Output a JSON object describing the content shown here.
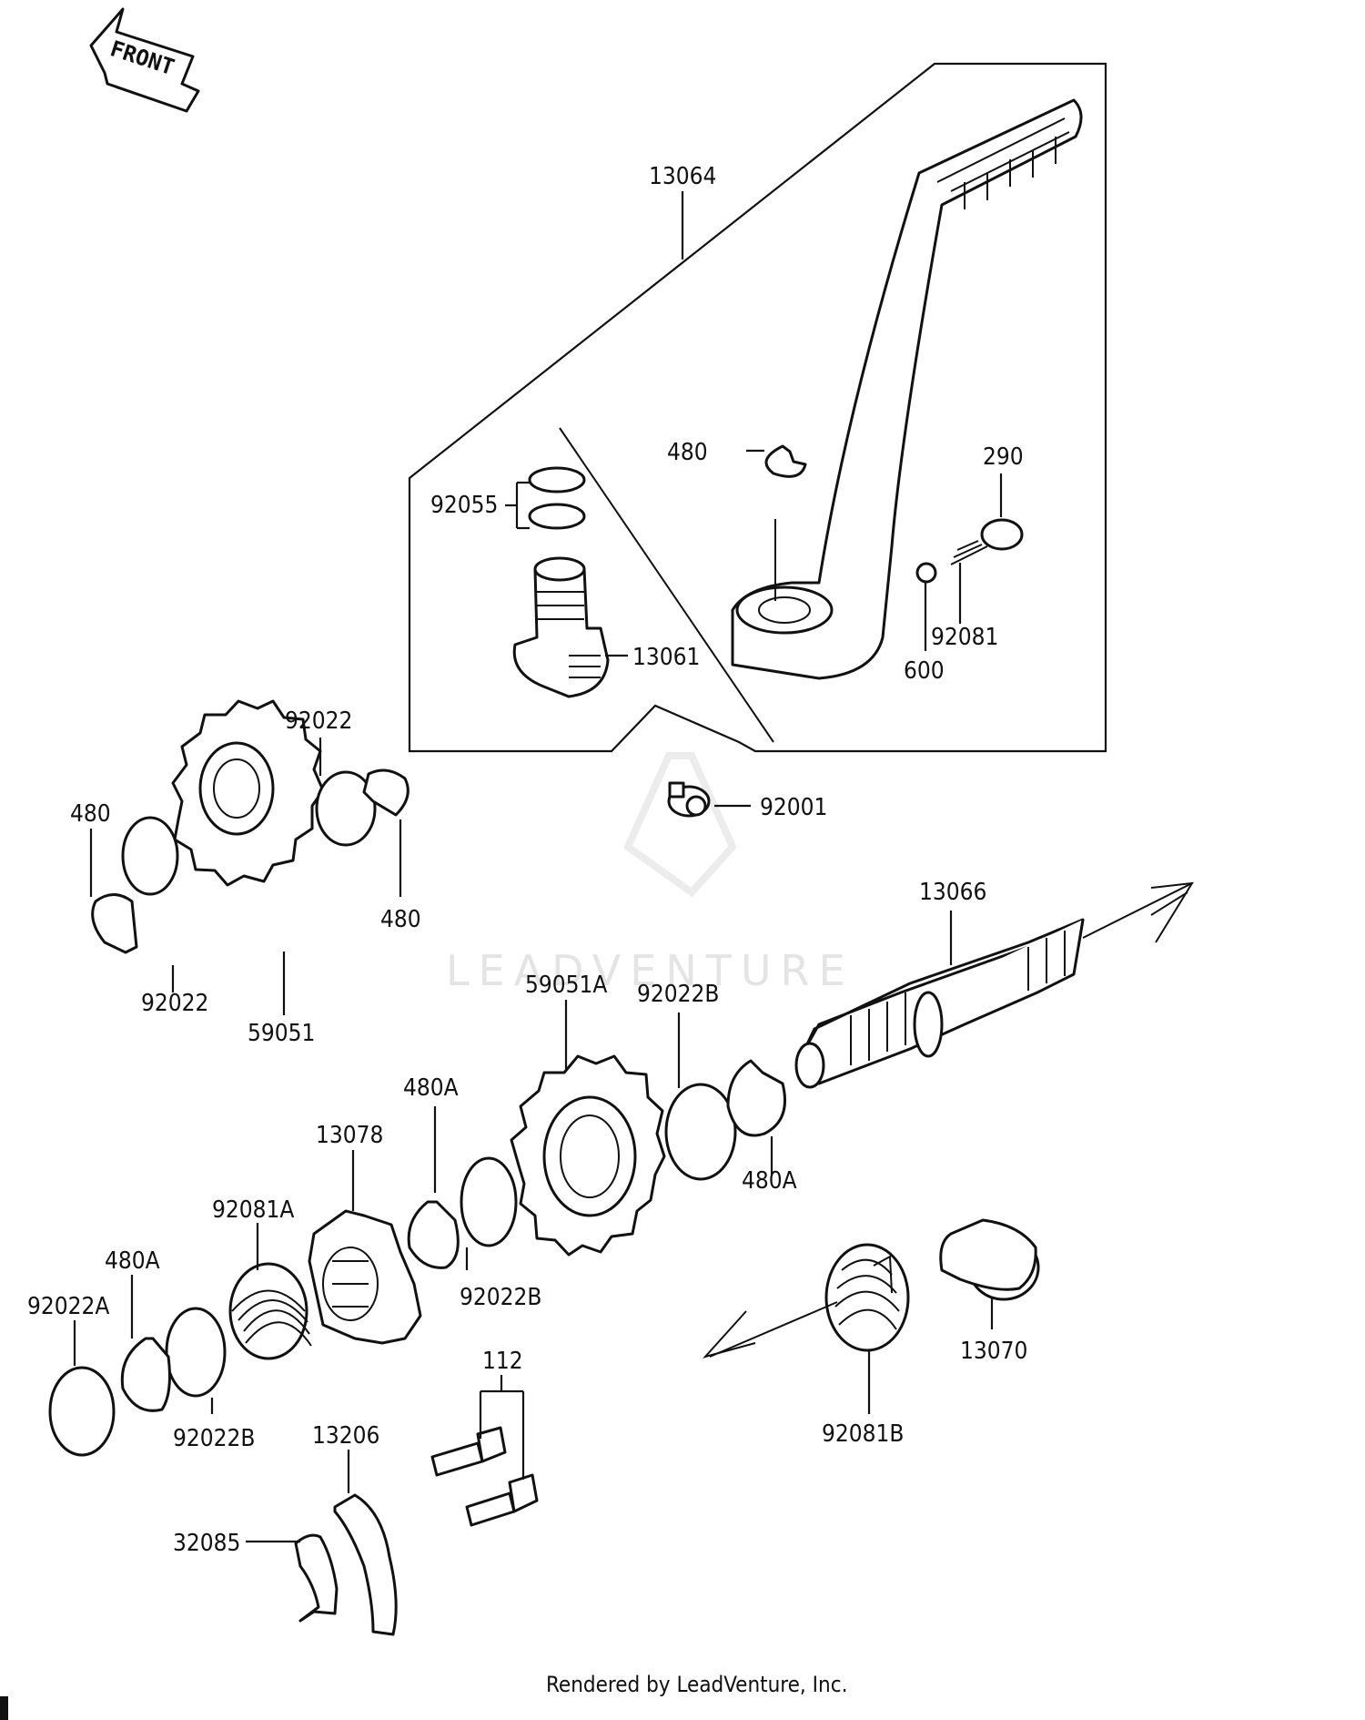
{
  "front_label": "FRONT",
  "watermark": "LEADVENTURE",
  "footer": "Rendered by LeadVenture, Inc.",
  "callouts": [
    {
      "id": "c13064",
      "text": "13064"
    },
    {
      "id": "c480-top",
      "text": "480"
    },
    {
      "id": "c290",
      "text": "290"
    },
    {
      "id": "c92055",
      "text": "92055"
    },
    {
      "id": "c13061",
      "text": "13061"
    },
    {
      "id": "c92081",
      "text": "92081"
    },
    {
      "id": "c600",
      "text": "600"
    },
    {
      "id": "c92022-top",
      "text": "92022"
    },
    {
      "id": "c480-left",
      "text": "480"
    },
    {
      "id": "c480-right",
      "text": "480"
    },
    {
      "id": "c92022-left",
      "text": "92022"
    },
    {
      "id": "c59051",
      "text": "59051"
    },
    {
      "id": "c92001",
      "text": "92001"
    },
    {
      "id": "c13066",
      "text": "13066"
    },
    {
      "id": "c59051A",
      "text": "59051A"
    },
    {
      "id": "c92022B-top",
      "text": "92022B"
    },
    {
      "id": "c480A-mid",
      "text": "480A"
    },
    {
      "id": "c480A-right",
      "text": "480A"
    },
    {
      "id": "c13078",
      "text": "13078"
    },
    {
      "id": "c92081A",
      "text": "92081A"
    },
    {
      "id": "c480A-left",
      "text": "480A"
    },
    {
      "id": "c92022A",
      "text": "92022A"
    },
    {
      "id": "c92022B-mid",
      "text": "92022B"
    },
    {
      "id": "c92022B-low",
      "text": "92022B"
    },
    {
      "id": "c13070",
      "text": "13070"
    },
    {
      "id": "c92081B",
      "text": "92081B"
    },
    {
      "id": "c112",
      "text": "112"
    },
    {
      "id": "c13206",
      "text": "13206"
    },
    {
      "id": "c32085",
      "text": "32085"
    }
  ]
}
